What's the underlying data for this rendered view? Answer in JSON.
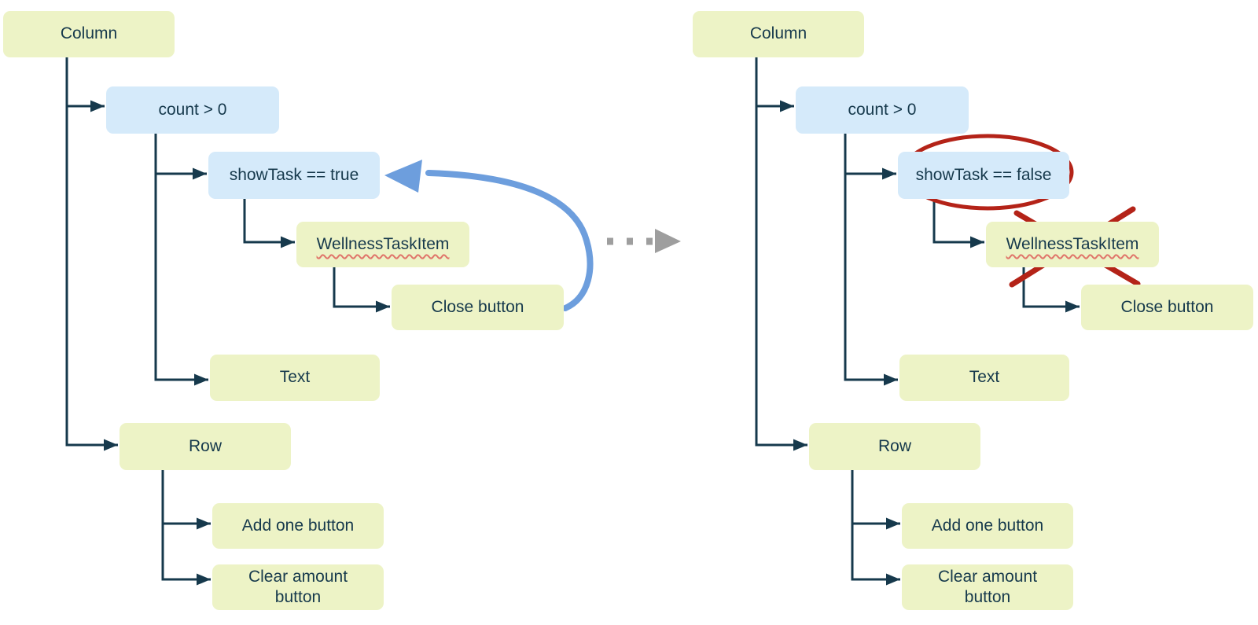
{
  "colors": {
    "background": "#ffffff",
    "composable_node_fill": "#edf3c6",
    "condition_node_fill": "#d5eafa",
    "tree_line": "#16394c",
    "node_text": "#16394c",
    "recomposition_arrow": "#6d9edd",
    "transition_arrow": "#9e9e9e",
    "annotation_red": "#b42318",
    "spellcheck_underline": "#e0756a"
  },
  "before": {
    "column": "Column",
    "count_condition": "count > 0",
    "show_task_condition": "showTask == true",
    "wellness_task_item": "WellnessTaskItem",
    "close_button": "Close button",
    "text": "Text",
    "row": "Row",
    "add_one_button": "Add one button",
    "clear_amount_button": "Clear amount button"
  },
  "after": {
    "column": "Column",
    "count_condition": "count > 0",
    "show_task_condition": "showTask == false",
    "wellness_task_item": "WellnessTaskItem",
    "close_button": "Close button",
    "text": "Text",
    "row": "Row",
    "add_one_button": "Add one button",
    "clear_amount_button": "Clear amount button"
  }
}
